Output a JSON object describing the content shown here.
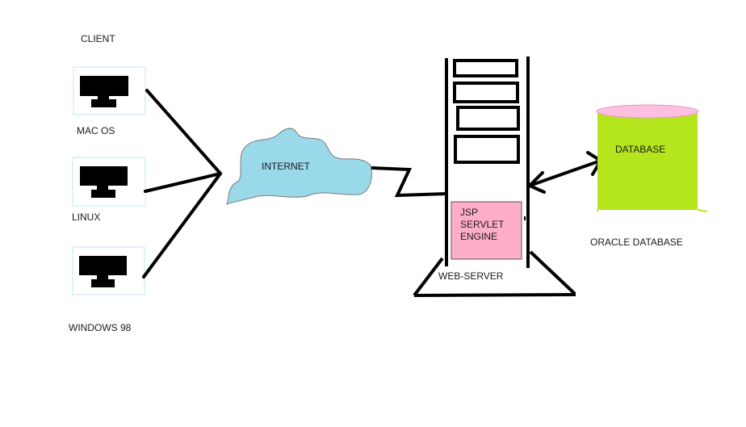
{
  "labels": {
    "client": "CLIENT",
    "mac": "MAC OS",
    "linux": "LINUX",
    "windows": "WINDOWS 98",
    "internet": "INTERNET",
    "engine_line1": "JSP",
    "engine_line2": "SERVLET",
    "engine_line3": "ENGINE",
    "webserver": "WEB-SERVER",
    "database": "DATABASE",
    "oracle": "ORACLE DATABASE"
  },
  "colors": {
    "cloud_fill": "#99d9ea",
    "db_fill": "#b5e61d",
    "db_top": "#ffc0e0",
    "engine_fill": "#ffaec9",
    "monitor_box": "#bfe8f0",
    "stroke": "#000000"
  }
}
